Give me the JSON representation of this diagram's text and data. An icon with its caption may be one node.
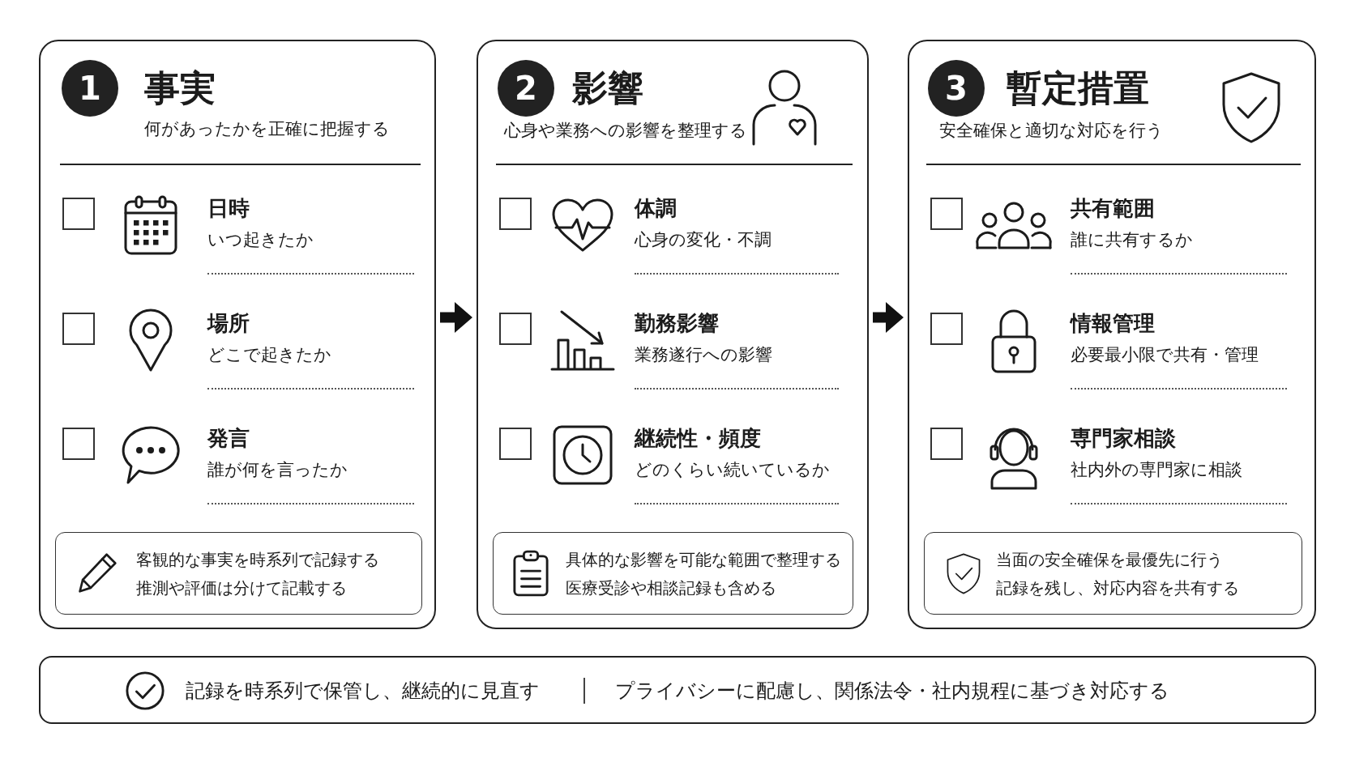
{
  "diagram": {
    "nodes": [
      {
        "text": [
          "事実",
          "何があったかを正確に把握する",
          "日時",
          "いつ起きたか",
          "場所",
          "どこで起きたか",
          "発言",
          "誰が何を言ったか"
        ]
      },
      {
        "text": [
          "1"
        ],
        "in": 0
      },
      {
        "text": [
          "客観的な事実を時系列で記録する",
          "推測や評価は分けて記載する"
        ],
        "in": 0
      },
      {
        "text": [
          "影響",
          "心身や業務への影響を整理する",
          "体調",
          "心身の変化・不調",
          "勤務影響",
          "業務遂行への影響",
          "継続性・頻度",
          "どのくらい続いているか"
        ]
      },
      {
        "text": [
          "2"
        ],
        "in": 3
      },
      {
        "text": [
          "具体的な影響を可能な範囲で整理する",
          "医療受診や相談記録も含める"
        ],
        "in": 3
      },
      {
        "text": [
          "暫定措置",
          "安全確保と適切な対応を行う",
          "共有範囲",
          "誰に共有するか",
          "情報管理",
          "必要最小限で共有・管理",
          "専門家相談",
          "社内外の専門家に相談"
        ]
      },
      {
        "text": [
          "3"
        ],
        "in": 6
      },
      {
        "text": [
          "当面の安全確保を最優先に行う",
          "記録を残し、対応内容を共有する"
        ],
        "in": 6
      },
      {
        "text": [
          "記録を時系列で保管し、継続的に見直す",
          "プライバシーに配慮し、関係法令・社内規程に基づき対応する"
        ]
      }
    ],
    "edges": [
      {
        "from": 0,
        "to": 3,
        "arrow": "to"
      },
      {
        "from": 3,
        "to": 6,
        "arrow": "to"
      }
    ]
  }
}
